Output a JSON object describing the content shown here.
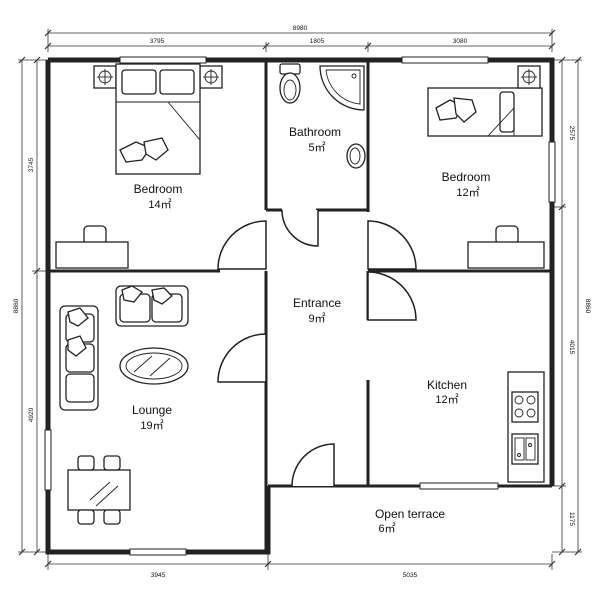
{
  "plan": {
    "rooms": [
      {
        "id": "bedroom-left",
        "name": "Bedroom",
        "area": "14㎡"
      },
      {
        "id": "bathroom",
        "name": "Bathroom",
        "area": "5㎡"
      },
      {
        "id": "bedroom-right",
        "name": "Bedroom",
        "area": "12㎡"
      },
      {
        "id": "entrance",
        "name": "Entrance",
        "area": "9㎡"
      },
      {
        "id": "lounge",
        "name": "Lounge",
        "area": "19㎡"
      },
      {
        "id": "kitchen",
        "name": "Kitchen",
        "area": "12㎡"
      },
      {
        "id": "terrace",
        "name": "Open terrace",
        "area": "6㎡"
      }
    ],
    "dimensions": {
      "top_total": "8980",
      "top_left": "3795",
      "top_middle": "1805",
      "top_right": "3080",
      "bottom_left": "3945",
      "bottom_right": "5035",
      "left_total": "8860",
      "left_upper": "3745",
      "left_lower": "4920",
      "right_total": "8860",
      "right_upper": "2575",
      "right_middle": "4015",
      "right_lower": "1175"
    }
  }
}
